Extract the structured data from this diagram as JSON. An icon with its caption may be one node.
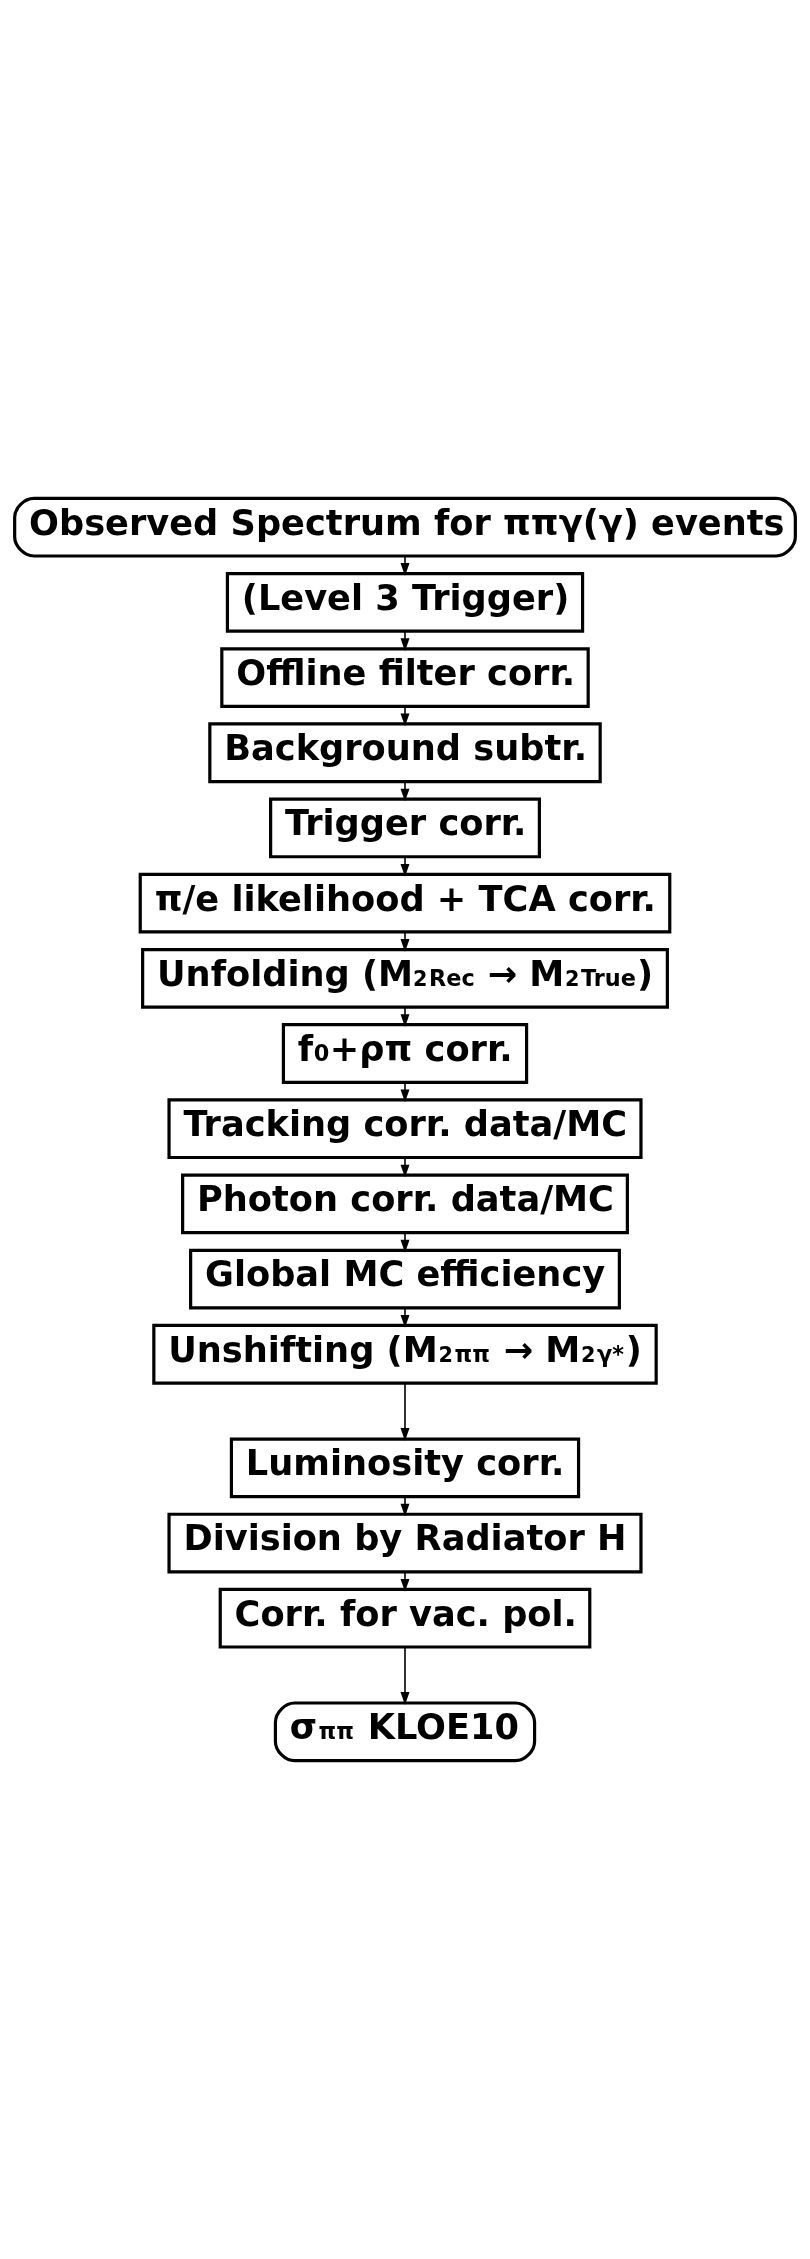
{
  "diagram": {
    "nodes": [
      {
        "text": [
          "Observed Spectrum for ππγ(γ) events"
        ]
      },
      {
        "text": [
          "(Level 3 Trigger)"
        ]
      },
      {
        "text": [
          "Offline filter corr."
        ]
      },
      {
        "text": [
          "Background subtr."
        ]
      },
      {
        "text": [
          "Trigger corr."
        ]
      },
      {
        "text": [
          "π/e likelihood + TCA corr."
        ]
      },
      {
        "text": [
          "Unfolding (M$^{2}$$_{Rec}$ → M$^{2}$$_{True}$)"
        ]
      },
      {
        "text": [
          "f$_{0}$+ρπ corr."
        ]
      },
      {
        "text": [
          "Tracking corr. data/MC"
        ]
      },
      {
        "text": [
          "Photon corr. data/MC"
        ]
      },
      {
        "text": [
          "Global MC efficiency"
        ]
      },
      {
        "text": [
          "Unshifting (M$^{2}$$_{ππ}$ → M$^{2}$$_{γ*}$)"
        ]
      },
      {
        "text": [
          "Luminosity corr."
        ]
      },
      {
        "text": [
          "Division by Radiator H"
        ]
      },
      {
        "text": [
          "Corr. for vac. pol."
        ]
      },
      {
        "text": [
          "σ$_{ππ}$ KLOE10"
        ]
      }
    ],
    "edges": [
      {
        "from": 0,
        "to": 1,
        "arrow": "to"
      },
      {
        "from": 1,
        "to": 2,
        "arrow": "to"
      },
      {
        "from": 2,
        "to": 3,
        "arrow": "to"
      },
      {
        "from": 3,
        "to": 4,
        "arrow": "to"
      },
      {
        "from": 4,
        "to": 5,
        "arrow": "to"
      },
      {
        "from": 5,
        "to": 6,
        "arrow": "to"
      },
      {
        "from": 6,
        "to": 7,
        "arrow": "to"
      },
      {
        "from": 7,
        "to": 8,
        "arrow": "to"
      },
      {
        "from": 8,
        "to": 9,
        "arrow": "to"
      },
      {
        "from": 9,
        "to": 10,
        "arrow": "to"
      },
      {
        "from": 10,
        "to": 11,
        "arrow": "to"
      },
      {
        "from": 11,
        "to": 12,
        "arrow": "to"
      },
      {
        "from": 12,
        "to": 13,
        "arrow": "to"
      },
      {
        "from": 13,
        "to": 14,
        "arrow": "to"
      },
      {
        "from": 14,
        "to": 15,
        "arrow": "to"
      }
    ]
  }
}
